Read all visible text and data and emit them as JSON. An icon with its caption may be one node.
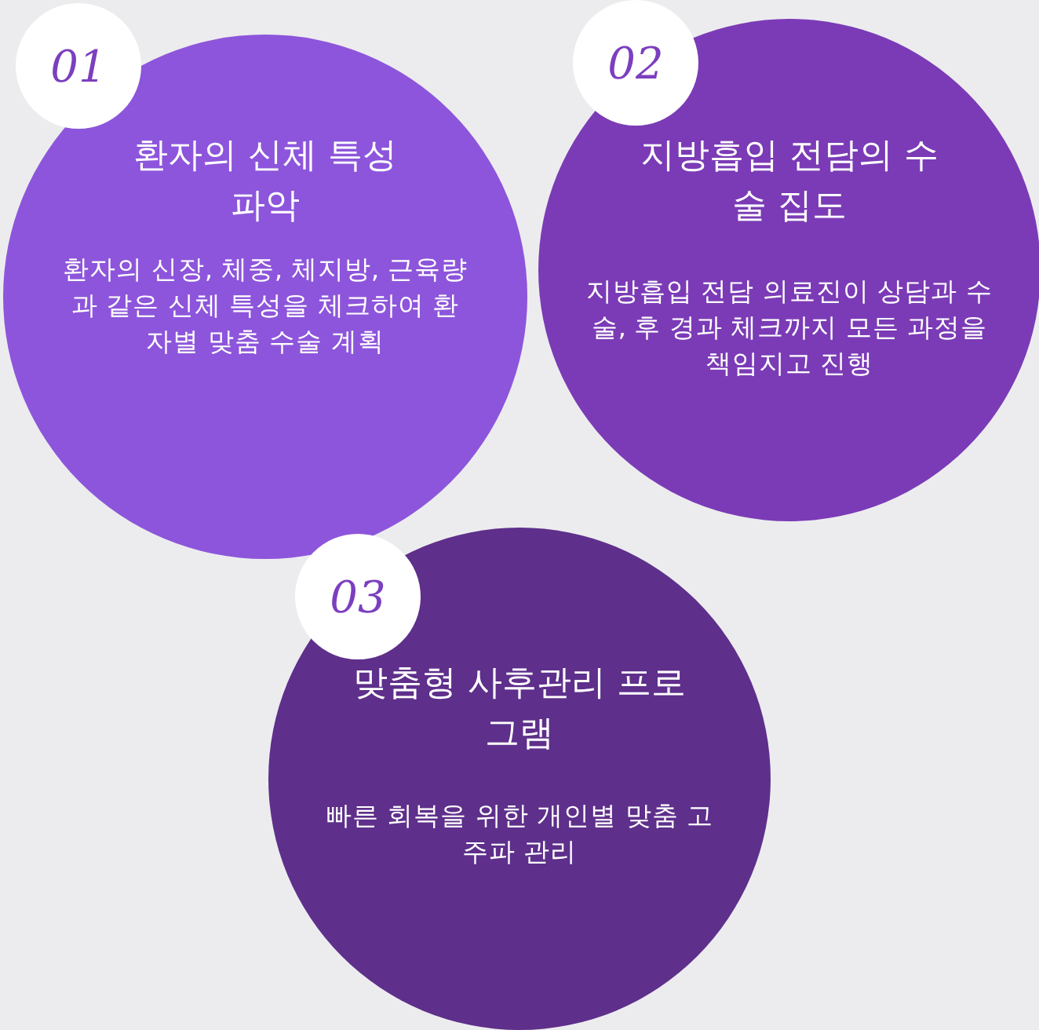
{
  "diagram": {
    "nodes": [
      {
        "text": [
          "01"
        ]
      },
      {
        "text": [
          "환자의 신체 특성 파악",
          "환자의 신장, 체중, 체지방, 근육량과 같은 신체 특성을 체크하여 환자별 맞춤 수술 계획"
        ]
      },
      {
        "text": [
          "02"
        ]
      },
      {
        "text": [
          "지방흡입 전담의 수술 집도",
          "지방흡입 전담 의료진이 상담과 수술, 후 경과 체크까지 모든 과정을 책임지고 진행"
        ]
      },
      {
        "text": [
          "03"
        ],
        "in": 5
      },
      {
        "text": [
          "맞춤형 사후관리 프로그램",
          "빠른 회복을 위한 개인별 맞춤 고주파 관리"
        ]
      }
    ]
  }
}
